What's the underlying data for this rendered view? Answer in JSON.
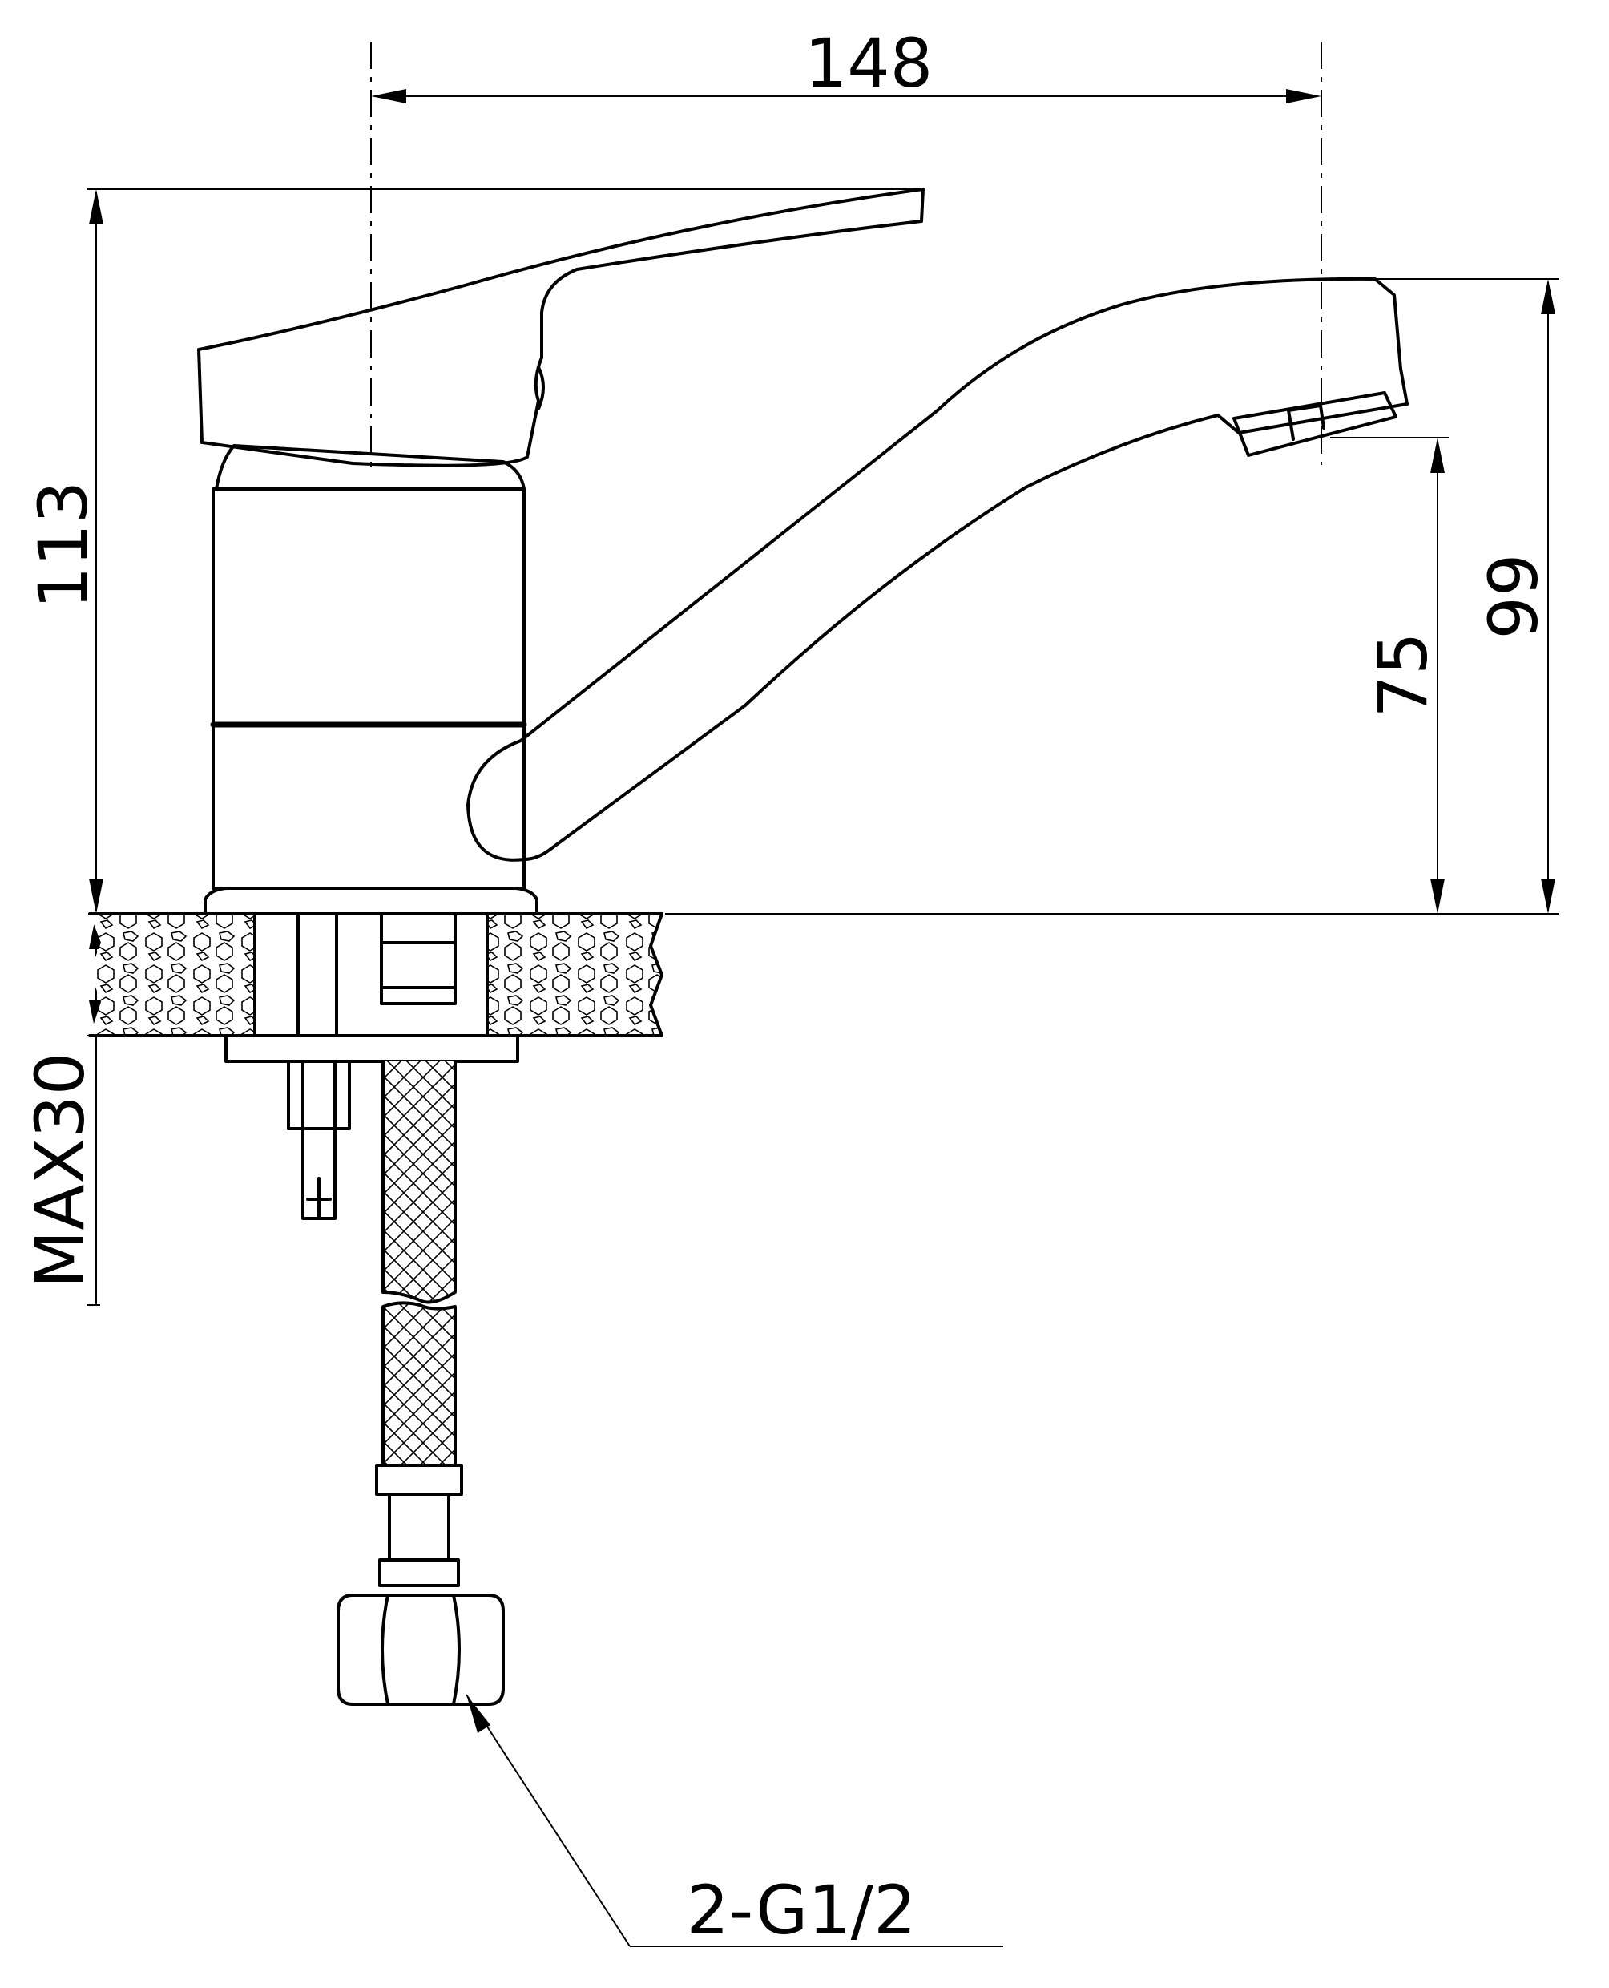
{
  "dimensions": {
    "overall_width": "148",
    "overall_height": "113",
    "spout_height": "99",
    "outlet_height": "75",
    "max_thickness": "MAX30",
    "thread": "2-G1/2"
  }
}
